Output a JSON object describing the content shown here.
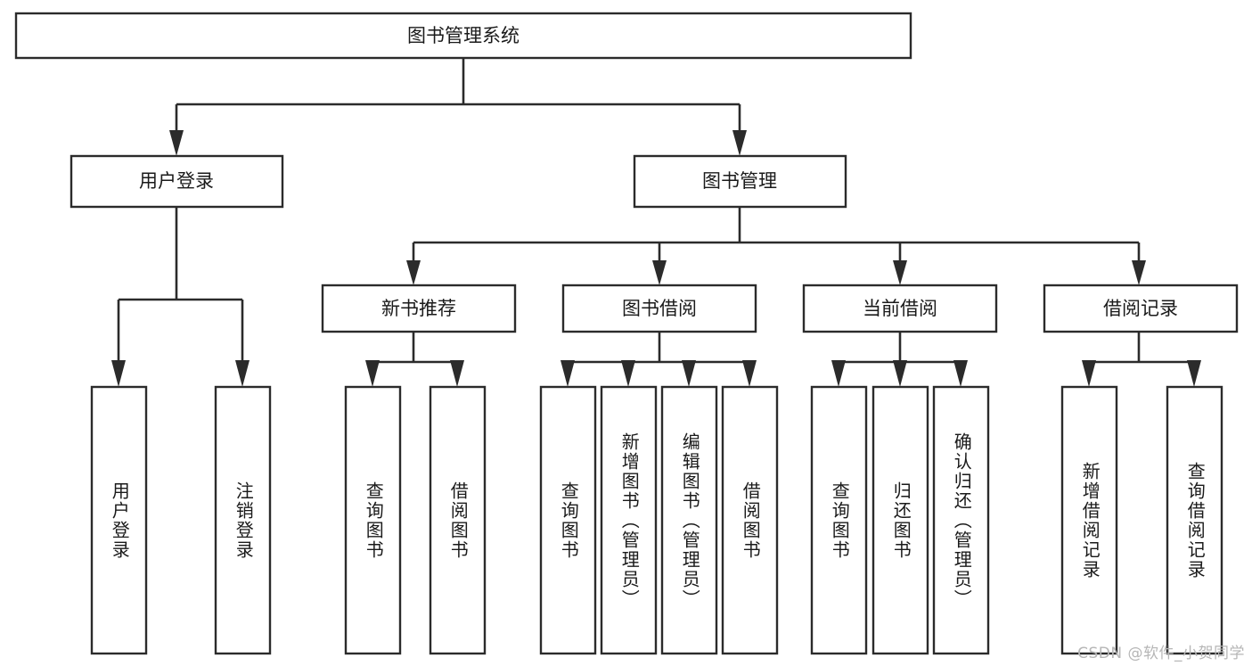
{
  "diagram": {
    "type": "hierarchy-tree",
    "title": "图书管理系统",
    "root": {
      "id": "root",
      "label": "图书管理系统"
    },
    "level2": [
      {
        "id": "user-login",
        "label": "用户登录"
      },
      {
        "id": "book-manage",
        "label": "图书管理"
      }
    ],
    "level3": [
      {
        "id": "new-book-recommend",
        "label": "新书推荐",
        "parent": "book-manage"
      },
      {
        "id": "book-borrow",
        "label": "图书借阅",
        "parent": "book-manage"
      },
      {
        "id": "current-borrow",
        "label": "当前借阅",
        "parent": "book-manage"
      },
      {
        "id": "borrow-record",
        "label": "借阅记录",
        "parent": "book-manage"
      }
    ],
    "leaves": [
      {
        "id": "leaf-1",
        "label": "用户登录",
        "parent": "user-login"
      },
      {
        "id": "leaf-2",
        "label": "注销登录",
        "parent": "user-login"
      },
      {
        "id": "leaf-3",
        "label": "查询图书",
        "parent": "new-book-recommend"
      },
      {
        "id": "leaf-4",
        "label": "借阅图书",
        "parent": "new-book-recommend"
      },
      {
        "id": "leaf-5",
        "label": "查询图书",
        "parent": "book-borrow"
      },
      {
        "id": "leaf-6",
        "label": "新增图书（管理员）",
        "parent": "book-borrow"
      },
      {
        "id": "leaf-7",
        "label": "编辑图书（管理员）",
        "parent": "book-borrow"
      },
      {
        "id": "leaf-8",
        "label": "借阅图书",
        "parent": "book-borrow"
      },
      {
        "id": "leaf-9",
        "label": "查询图书",
        "parent": "current-borrow"
      },
      {
        "id": "leaf-10",
        "label": "归还图书",
        "parent": "current-borrow"
      },
      {
        "id": "leaf-11",
        "label": "确认归还（管理员）",
        "parent": "current-borrow"
      },
      {
        "id": "leaf-12",
        "label": "新增借阅记录",
        "parent": "borrow-record"
      },
      {
        "id": "leaf-13",
        "label": "查询借阅记录",
        "parent": "borrow-record"
      }
    ],
    "colors": {
      "stroke": "#2b2b2b",
      "fill": "#ffffff",
      "text": "#1a1a1a",
      "watermark": "#b6b6b6"
    }
  },
  "watermark": {
    "text": "CSDN @软件_小贺同学"
  }
}
